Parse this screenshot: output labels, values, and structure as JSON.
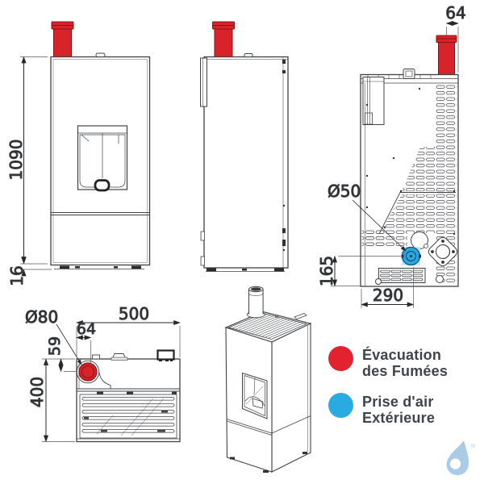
{
  "colors": {
    "flue_red": "#d9232a",
    "air_blue": "#2aa8e0",
    "line": "#3f4245",
    "logo_blue": "#a9cbe8"
  },
  "views": {
    "front": {
      "dim_height": "1090",
      "dim_base_height": "16"
    },
    "back": {
      "dim_flue_offset": "64",
      "flue_diameter_label": "Ø50",
      "dim_air_intake_height": "165",
      "dim_air_intake_offset": "290"
    },
    "top": {
      "flue_diameter_label": "Ø80",
      "dim_width": "500",
      "dim_flue_offset_x": "64",
      "dim_flue_offset_y": "59",
      "dim_depth": "400"
    }
  },
  "legend": {
    "items": [
      {
        "id": "flue-evacuation",
        "dot_color": "#e3222f",
        "line1": "Évacuation",
        "line2": "des Fumées"
      },
      {
        "id": "outside-air-intake",
        "dot_color": "#29abe2",
        "line1": "Prise d'air",
        "line2": "Extérieure"
      }
    ]
  },
  "logo": {
    "registered_mark": "®"
  }
}
